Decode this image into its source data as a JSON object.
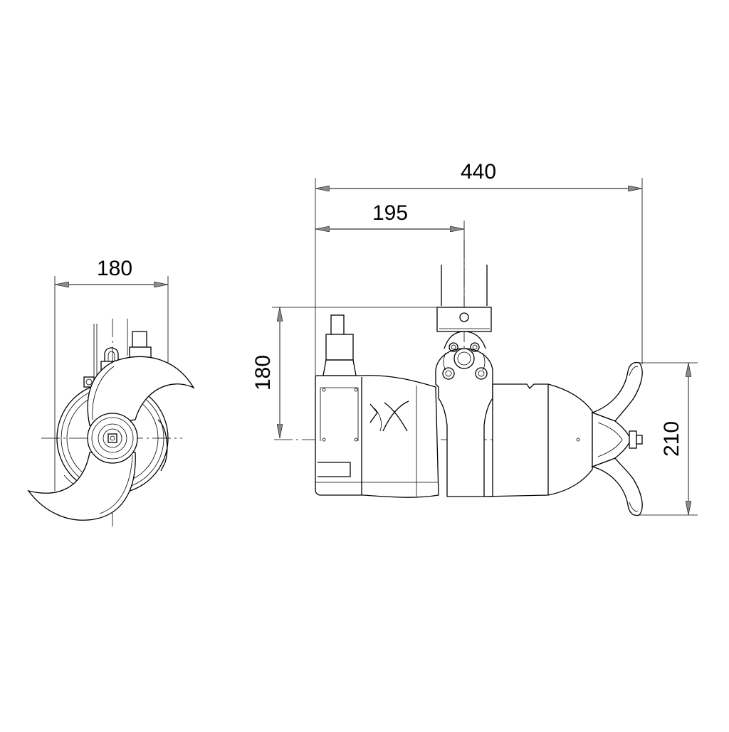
{
  "dimensions": {
    "front_width": "180",
    "overall_length": "440",
    "bracket_offset": "195",
    "height": "180",
    "propeller_diameter": "210"
  },
  "colors": {
    "line": "#000000",
    "background": "#ffffff"
  }
}
